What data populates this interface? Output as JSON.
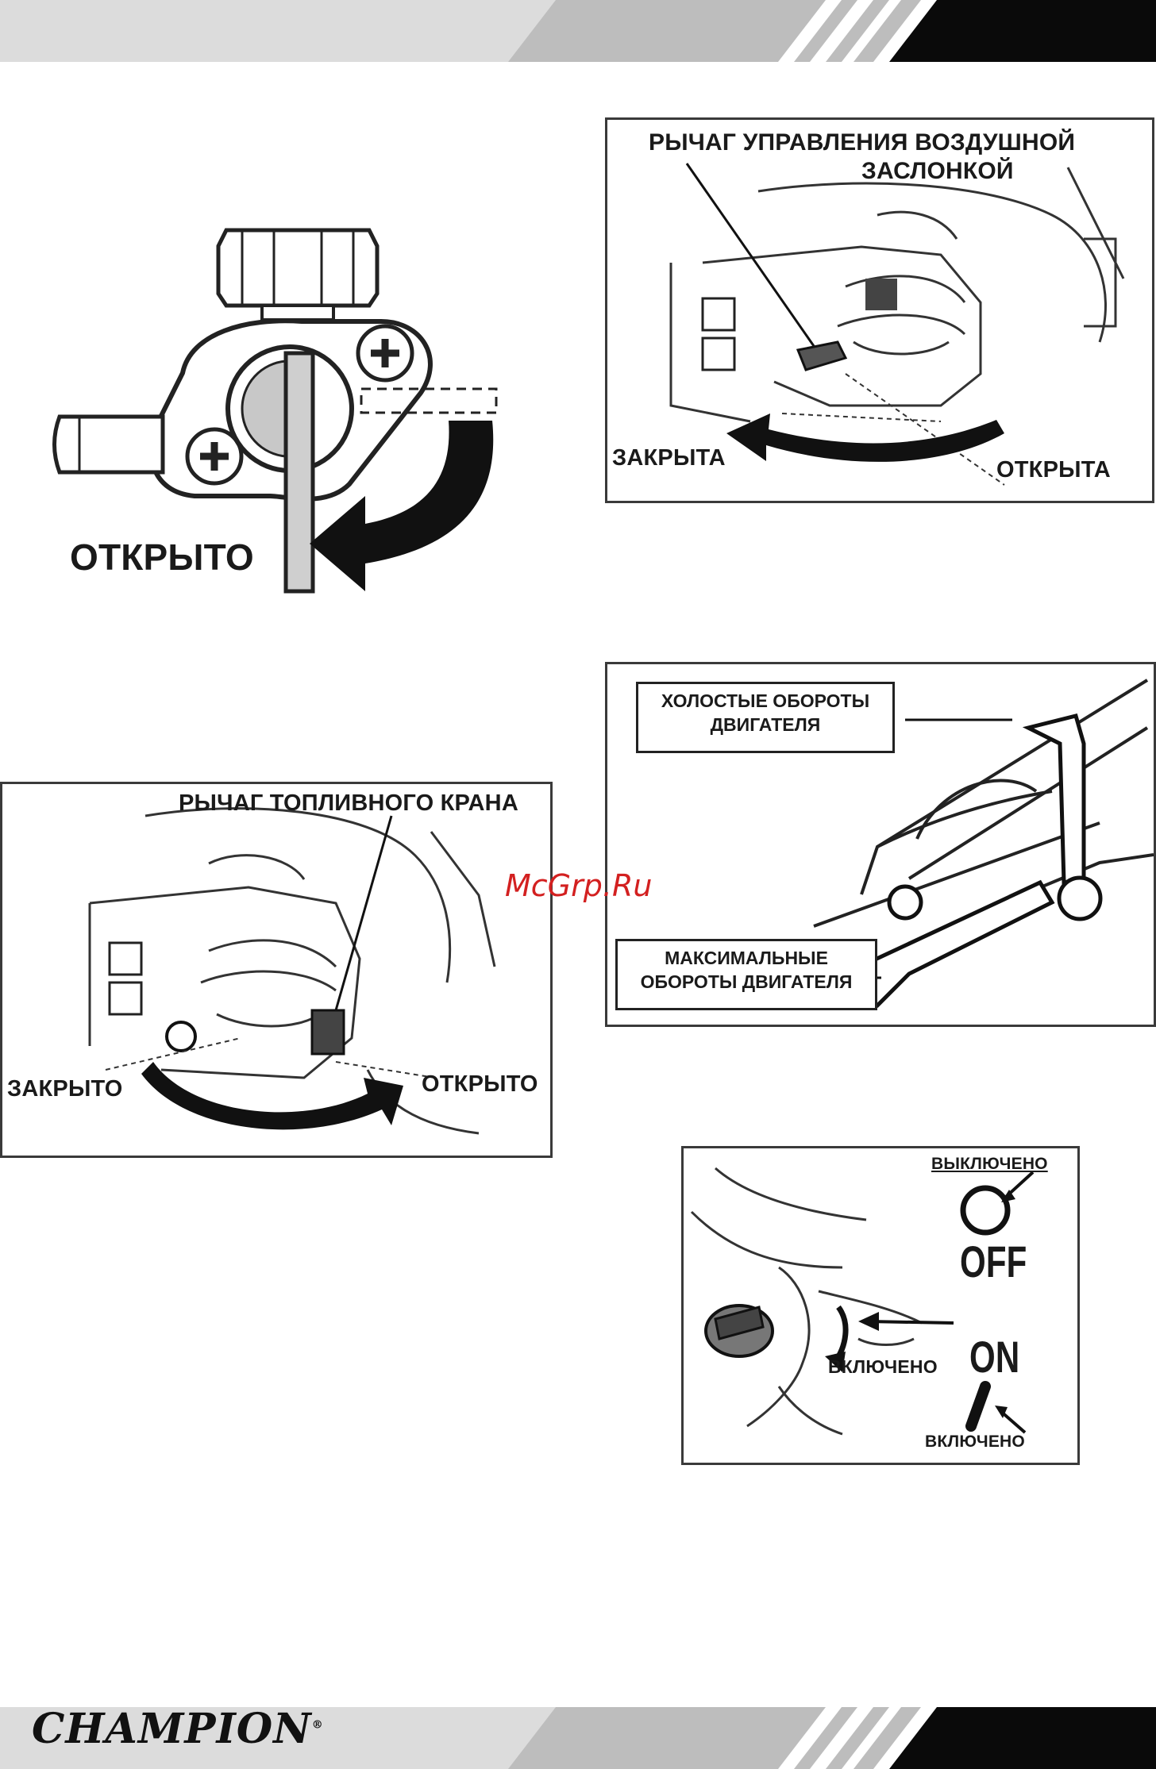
{
  "header_band": {
    "colors": {
      "gray": "#d9d9d9",
      "mid": "#bdbdbd",
      "black": "#0a0a0a"
    }
  },
  "fig_fuel_valve_open": {
    "label_open": "ОТКРЫТО"
  },
  "fig_choke": {
    "title_line1": "РЫЧАГ УПРАВЛЕНИЯ ВОЗДУШНОЙ",
    "title_line2": "ЗАСЛОНКОЙ",
    "label_closed": "ЗАКРЫТА",
    "label_open": "ОТКРЫТА"
  },
  "fig_fuel_lever": {
    "title": "РЫЧАГ ТОПЛИВНОГО КРАНА",
    "label_closed": "ЗАКРЫТО",
    "label_open": "ОТКРЫТО"
  },
  "fig_throttle": {
    "idle_line1": "ХОЛОСТЫЕ ОБОРОТЫ",
    "idle_line2": "ДВИГАТЕЛЯ",
    "max_line1": "МАКСИМАЛЬНЫЕ",
    "max_line2": "ОБОРОТЫ ДВИГАТЕЛЯ"
  },
  "fig_switch": {
    "label_off_top": "ВЫКЛЮЧЕНО",
    "off_word": "OFF",
    "on_word": "ON",
    "label_on_mid": "ВКЛЮЧЕНО",
    "label_on_bottom": "ВКЛЮЧЕНО"
  },
  "watermark": "McGrp.Ru",
  "footer": {
    "logo_text": "CHAMPION",
    "registered": "®"
  }
}
